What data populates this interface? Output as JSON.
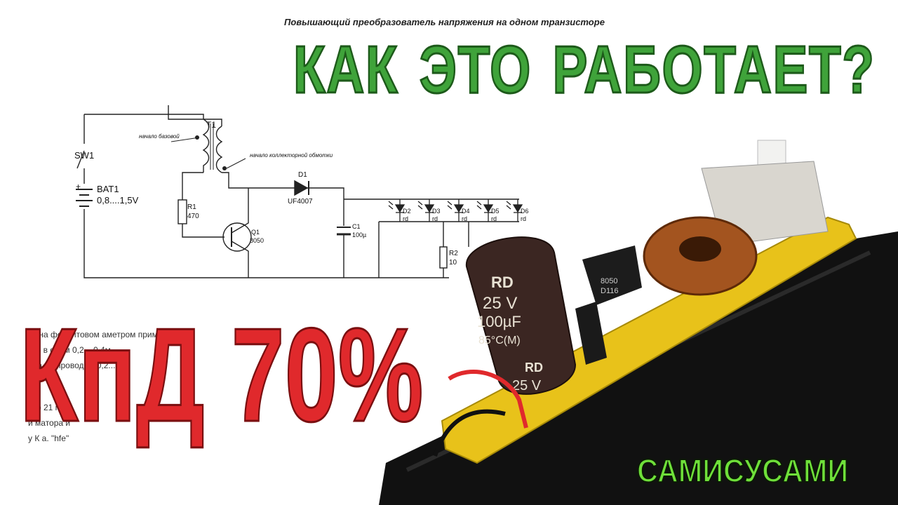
{
  "doc_title": "Повышающий преобразователь напряжения на одном транзисторе",
  "headline": [
    "КАК",
    "ЭТО",
    "РАБОТАЕТ?"
  ],
  "efficiency_text": "КпД 70%",
  "channel_name": "САМИСУСАМИ",
  "schematic": {
    "sw1": "SW1",
    "bat1": "BAT1",
    "bat1_voltage": "0,8....1,5V",
    "t1": "T1",
    "base_winding_start": "начало базовой",
    "collector_winding_start": "начало коллекторной обмотки",
    "d1": "D1",
    "d1_part": "UF4007",
    "r1": "R1",
    "r1_value": "470",
    "q1": "Q1",
    "q1_part": "8050",
    "c1": "C1",
    "c1_value": "100µ",
    "r2": "R2",
    "r2_value": "10",
    "leds": [
      {
        "ref": "D2",
        "type": "rd"
      },
      {
        "ref": "D3",
        "type": "rd"
      },
      {
        "ref": "D4",
        "type": "rd"
      },
      {
        "ref": "D5",
        "type": "rd"
      },
      {
        "ref": "D6",
        "type": "rd"
      }
    ],
    "plus_sign": "+"
  },
  "notes": [
    "та         на ферритовом        аметром прим         мм.",
    "         м          5 в          одом 0,2....0,4м",
    "        рна        20          проводом 0,2....0,4",
    "          ы р           21 п           в",
    "                    и                   матора и",
    "                у      К         а. \"hfe\""
  ],
  "board": {
    "capacitor_label_top": "RD",
    "capacitor_voltage": "25 V",
    "capacitor_value": "100µF",
    "capacitor_temp": "85°C(M)",
    "capacitor_label_bottom": "RD",
    "capacitor_voltage_bottom": "25 V",
    "transistor_marking": "8050",
    "transistor_code": "D116"
  },
  "colors": {
    "headline_green": "#3fa33a",
    "efficiency_red": "#e0292c",
    "brand_green": "#6fe03a",
    "pcb_yellow": "#e8c21a"
  }
}
